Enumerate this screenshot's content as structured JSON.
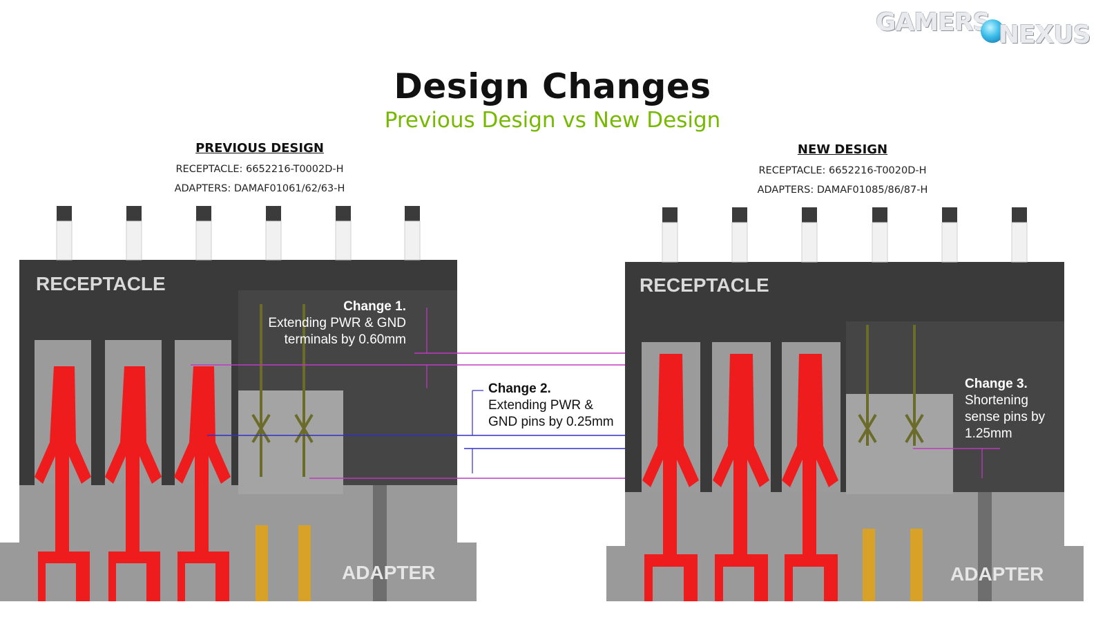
{
  "logo": {
    "word1": "GAMERS",
    "word2": "NEXUS"
  },
  "title": "Design Changes",
  "subtitle": "Previous Design vs New Design",
  "previous": {
    "heading": "PREVIOUS DESIGN",
    "receptacle_part": "RECEPTACLE: 6652216-T0002D-H",
    "adapters_part": "ADAPTERS: DAMAF01061/62/63-H",
    "receptacle_label": "RECEPTACLE",
    "adapter_label": "ADAPTER"
  },
  "new": {
    "heading": "NEW DESIGN",
    "receptacle_part": "RECEPTACLE: 6652216-T0020D-H",
    "adapters_part": "ADAPTERS: DAMAF01085/86/87-H",
    "receptacle_label": "RECEPTACLE",
    "adapter_label": "ADAPTER"
  },
  "changes": {
    "c1": {
      "title": "Change 1.",
      "line1": "Extending PWR & GND",
      "line2": "terminals by 0.60mm"
    },
    "c2": {
      "title": "Change 2.",
      "line1": "Extending PWR &",
      "line2": "GND pins by 0.25mm"
    },
    "c3": {
      "title": "Change 3.",
      "line1": "Shortening",
      "line2": "sense pins by",
      "line3": "1.25mm"
    }
  },
  "colors": {
    "accent_green": "#76b900",
    "housing_dark": "#3b3b3b",
    "housing_gray": "#9a9a9a",
    "terminal_red": "#ee1c1c",
    "sense_olive": "#6b6b2a",
    "sense_gold": "#d8a229",
    "line_magenta": "#c039c0",
    "line_blue": "#3030c8"
  }
}
